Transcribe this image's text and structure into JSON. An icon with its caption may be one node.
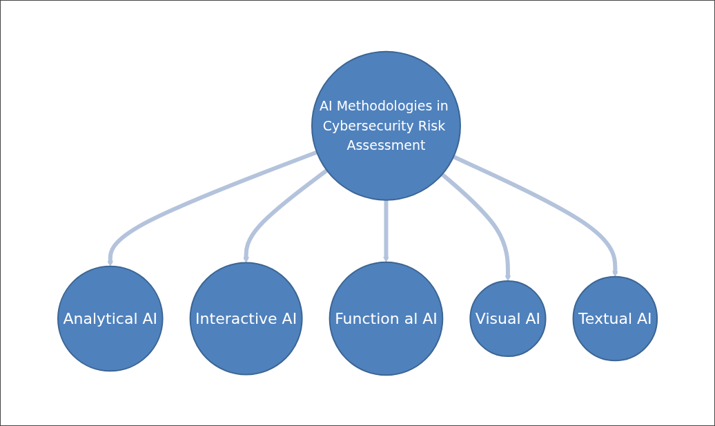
{
  "diagram": {
    "nodes": [
      {
        "text": [
          "Analytical AI"
        ]
      },
      {
        "text": [
          "Textual AI"
        ]
      },
      {
        "text": [
          "AI Methodologies in Cybersecurity Risk Assessment"
        ]
      },
      {
        "text": [
          "Interactive AI"
        ]
      },
      {
        "text": [
          "Visual AI"
        ]
      },
      {
        "text": [
          "Function al AI"
        ]
      }
    ],
    "edges": [
      {
        "from": 2,
        "to": 0,
        "arrow": "to"
      },
      {
        "from": 2,
        "to": 3,
        "arrow": "to"
      },
      {
        "from": 2,
        "to": 5,
        "arrow": "to"
      },
      {
        "from": 2,
        "to": 4,
        "arrow": "to"
      },
      {
        "from": 2,
        "to": 1,
        "arrow": "to"
      }
    ]
  }
}
